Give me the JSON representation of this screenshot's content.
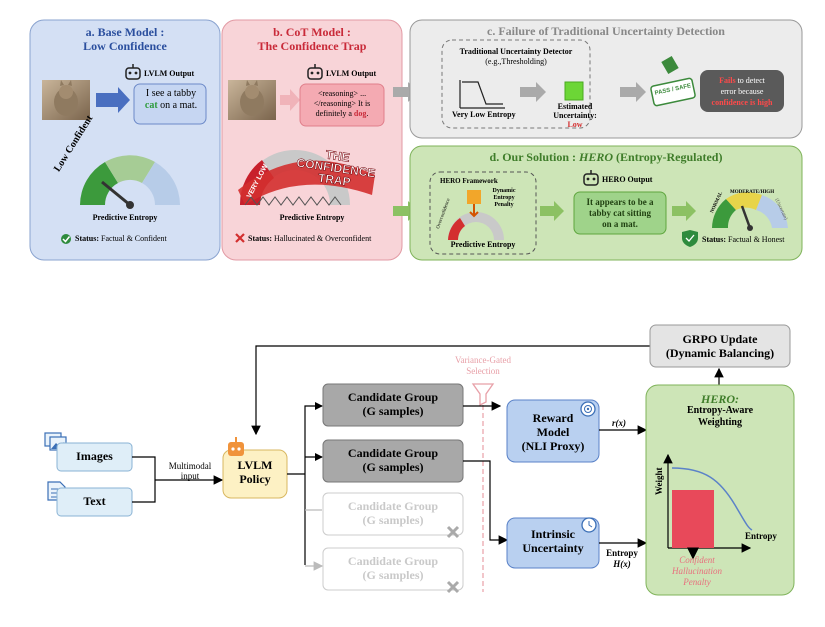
{
  "panel_a": {
    "title_line1": "a. Base Model :",
    "title_line2": "Low Confidence",
    "lvlm_output_label": "LVLM Output",
    "bubble_pre": "I see a tabby ",
    "bubble_highlight": "cat",
    "bubble_post": " on a mat.",
    "gauge_label": "Low Confident",
    "axis_label": "Predictive Entropy",
    "status_label": "Status:",
    "status_text": "Factual & Confident"
  },
  "panel_b": {
    "title_line1": "b. CoT Model :",
    "title_line2": "The Confidence Trap",
    "lvlm_output_label": "LVLM Output",
    "bubble_line1": "<reasoning> ...",
    "bubble_line2": "</reasoning> It is",
    "bubble_line3_pre": "definitely a ",
    "bubble_highlight": "dog",
    "bubble_line3_post": ".",
    "trap_line1": "THE",
    "trap_line2": "CONFIDENCE",
    "trap_line3": "TRAP",
    "very_low": "VERY LOW",
    "axis_label": "Predictive Entropy",
    "status_label": "Status:",
    "status_text": "Hallucinated & Overconfident"
  },
  "panel_c": {
    "title": "c. Failure of Traditional Uncertainty Detection",
    "detector_title": "Traditional Uncertainty Detector",
    "detector_sub": "(e.g.,Thresholding)",
    "very_low_entropy": "Very Low Entropy",
    "estimated_line1": "Estimated",
    "estimated_line2": "Uncertainty:",
    "estimated_value": "Low",
    "stamp_text": "PASS / SAFE",
    "fail_word": "Fails",
    "fail_rest": " to detect",
    "fail_line2": "error because",
    "fail_line3": "confidence is high"
  },
  "panel_d": {
    "title_pre": "d. Our Solution : ",
    "title_italic": "HERO",
    "title_post": " (Entropy-Regulated)",
    "framework_label": "HERO Framework",
    "dep_line1": "Dynamic",
    "dep_line2": "Entropy",
    "dep_line3": "Penalty",
    "overconfidence": "Overconfidence",
    "axis_label": "Predictive Entropy",
    "output_label": "HERO Output",
    "output_line1": "It appears to be a",
    "output_line2": "tabby cat sitting",
    "output_line3": "on a mat.",
    "gauge_normal": "NORMAL",
    "gauge_moderate": "MODERATE/HIGH",
    "gauge_uncertain": "(Uncertain)",
    "status_label": "Status:",
    "status_text": "Factual & Honest"
  },
  "flow": {
    "images": "Images",
    "text": "Text",
    "multimodal_line1": "Multimodal",
    "multimodal_line2": "input",
    "policy_line1": "LVLM",
    "policy_line2": "Policy",
    "group_line1": "Candidate Group",
    "group_line2": "(G samples)",
    "variance_line1": "Variance-Gated",
    "variance_line2": "Selection",
    "reward_line1": "Reward",
    "reward_line2": "Model",
    "reward_line3": "(NLI Proxy)",
    "rx": "r(x)",
    "intrinsic_line1": "Intrinsic",
    "intrinsic_line2": "Uncertainty",
    "entropy_label": "Entropy",
    "hx": "H(x)",
    "grpo_line1": "GRPO Update",
    "grpo_line2": "(Dynamic Balancing)",
    "hero_title": "HERO:",
    "hero_line1": "Entropy-Aware",
    "hero_line2": "Weighting",
    "weight_axis": "Weight",
    "entropy_axis": "Entropy",
    "penalty_line1": "Confident",
    "penalty_line2": "Hallucination",
    "penalty_line3": "Penalty"
  },
  "colors": {
    "panel_a_bg": "#d4e0f4",
    "panel_b_bg": "#f8d4d8",
    "panel_c_bg": "#ececec",
    "panel_d_bg": "#cde5b7",
    "accent_blue": "#3a5fad",
    "accent_red": "#c92a39",
    "accent_green": "#3f7d2a",
    "penalty_red": "#e8495a"
  }
}
